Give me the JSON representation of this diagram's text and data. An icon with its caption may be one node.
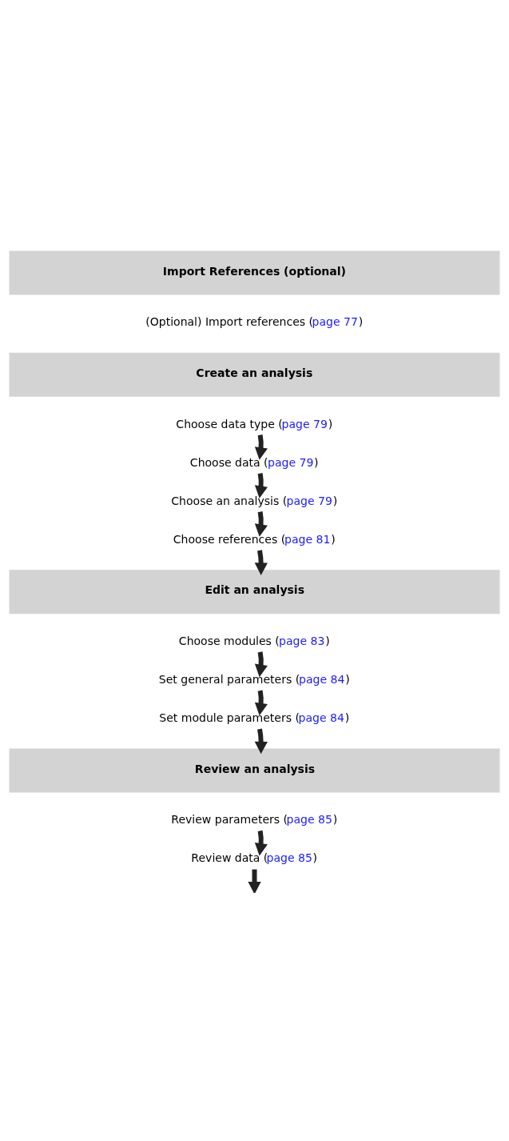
{
  "diagram": {
    "nodes": [
      {
        "text": [
          "Import References (optional)"
        ]
      },
      {
        "text": [
          "(Optional) Import references (page 77)"
        ]
      },
      {
        "text": [
          "Create an analysis"
        ]
      },
      {
        "text": [
          "Choose data type (page 79)"
        ]
      },
      {
        "text": [
          "Choose data (page 79)"
        ]
      },
      {
        "text": [
          "Choose an analysis (page 79)"
        ]
      },
      {
        "text": [
          "Choose references (page 81)"
        ]
      },
      {
        "text": [
          "Edit an analysis"
        ]
      },
      {
        "text": [
          "Choose modules (page 83)"
        ]
      },
      {
        "text": [
          "Set general parameters (page 84)"
        ]
      },
      {
        "text": [
          "Set module parameters (page 84)"
        ]
      },
      {
        "text": [
          "Review an analysis"
        ]
      },
      {
        "text": [
          "Review parameters (page 85)"
        ]
      },
      {
        "text": [
          "Review data (page 85)"
        ]
      }
    ],
    "edges": [
      {
        "from": 3,
        "to": 4,
        "arrow": "to"
      },
      {
        "from": 4,
        "to": 5,
        "arrow": "to"
      },
      {
        "from": 5,
        "to": 6,
        "arrow": "to"
      },
      {
        "from": 6,
        "to": 7,
        "arrow": "to"
      },
      {
        "from": 8,
        "to": 9,
        "arrow": "to"
      },
      {
        "from": 9,
        "to": 10,
        "arrow": "to"
      },
      {
        "from": 10,
        "to": 11,
        "arrow": "to"
      },
      {
        "from": 12,
        "to": 13,
        "arrow": "to"
      },
      {
        "from": 13,
        "to": null,
        "arrow": "to"
      }
    ]
  }
}
